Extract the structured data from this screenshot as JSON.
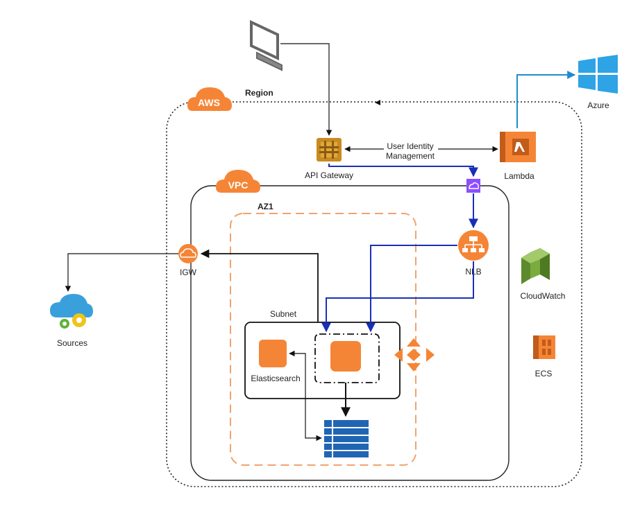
{
  "labels": {
    "aws_badge": "AWS",
    "region": "Region",
    "vpc_badge": "VPC",
    "az": "AZ1",
    "subnet": "Subnet",
    "api_gateway": "API Gateway",
    "lambda": "Lambda",
    "azure": "Azure",
    "user_identity_line1": "User Identity",
    "user_identity_line2": "Management",
    "igw": "IGW",
    "nlb": "NLB",
    "sources": "Sources",
    "cloudwatch": "CloudWatch",
    "ecs": "ECS",
    "elasticsearch": "Elasticsearch"
  },
  "icons": {
    "computer": "desktop-computer-icon",
    "aws": "aws-cloud-icon",
    "vpc": "vpc-cloud-icon",
    "api_gateway": "api-gateway-icon",
    "lambda": "lambda-icon",
    "azure": "windows-logo-icon",
    "privatelink": "vpc-endpoint-icon",
    "nlb": "load-balancer-icon",
    "igw": "internet-gateway-icon",
    "sources": "cloud-gears-icon",
    "cloudwatch": "cloudwatch-icon",
    "ecs": "ecs-icon",
    "instance": "ec2-instance-icon",
    "autoscaling": "auto-scaling-icon",
    "database": "database-table-icon"
  },
  "colors": {
    "aws_orange": "#f58536",
    "az_border": "#f0a36e",
    "flow_blue": "#1a2fb5",
    "azure_blue": "#1f8ad1",
    "cloudwatch_green": "#6f9c3a",
    "db_blue": "#2065b4",
    "privatelink_purple": "#8c4fff"
  }
}
